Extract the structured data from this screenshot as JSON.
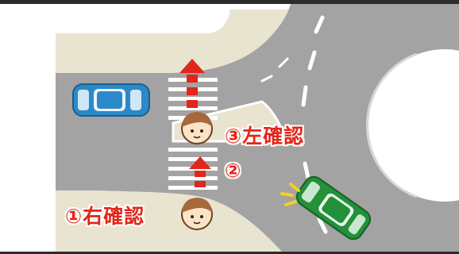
{
  "labels": {
    "step1": "①右確認",
    "step2": "②",
    "step3": "③左確認"
  },
  "colors": {
    "frame": "#2b2b2b",
    "sidewalk": "#e8e4cf",
    "road": "#a3a3a3",
    "road_marking": "#ffffff",
    "arrow": "#e2261b",
    "label_text": "#e2261b",
    "car_blue": "#2c89c9",
    "car_green": "#23903a",
    "alert_marks": "#f3d21a",
    "face": "#fbe3c8",
    "hair": "#a5693a"
  },
  "icons": [
    "blue-car-icon",
    "green-car-icon",
    "pedestrian-face-icon",
    "arrow-up-icon",
    "alert-marks-icon"
  ]
}
